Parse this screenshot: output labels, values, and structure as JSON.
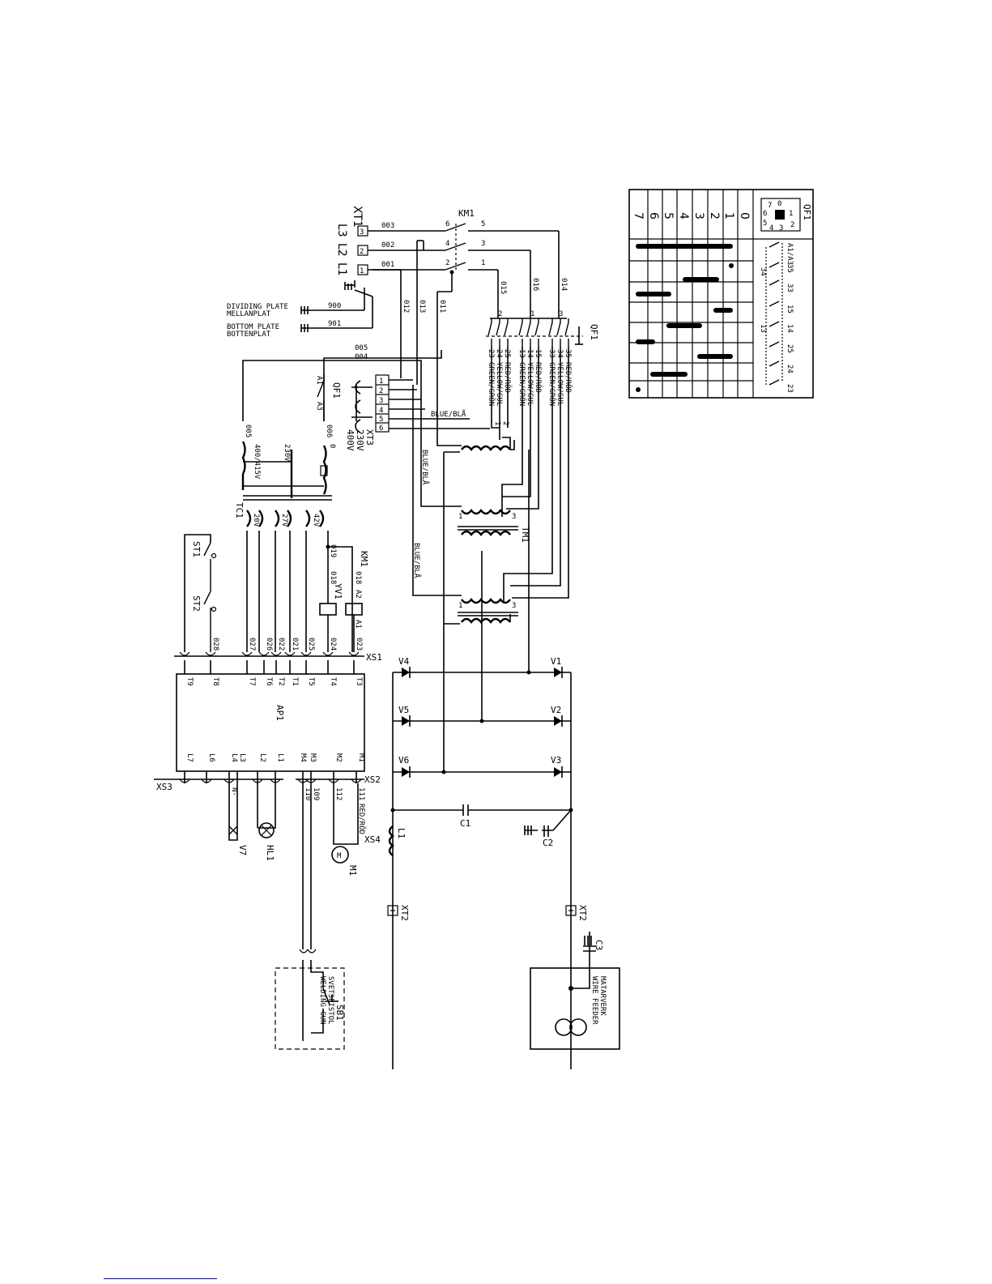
{
  "labels": {
    "xt1": "XT1",
    "l3": "L3",
    "l2": "L2",
    "l1": "L1",
    "t1": "1",
    "t2": "2",
    "t3": "3",
    "km1_top": "KM1",
    "km1_c6": "6",
    "km1_c5": "5",
    "km1_c4": "4",
    "km1_c3": "3",
    "km1_c2": "2",
    "km1_c1": "1",
    "w003": "003",
    "w002": "002",
    "w001": "001",
    "w015": "015",
    "w016": "016",
    "w014": "014",
    "w012": "012",
    "w013": "013",
    "w011": "011",
    "w900": "900",
    "w901": "901",
    "w005": "005",
    "w004": "004",
    "w005b": "005",
    "w006": "006",
    "dividing_plate": "DIVIDING PLATE",
    "mellanplat": "MELLANPLAT",
    "bottom_plate": "BOTTOM PLATE",
    "bottenplat": "BOTTENPLAT",
    "qf1_main": "QF1",
    "qf1_aux": "QF1",
    "qf1_a1": "A1",
    "qf1_a3": "A3",
    "qf1_p2": "2",
    "qf1_p1": "1",
    "qf1_p3": "3",
    "sw23": "23",
    "sw24": "24",
    "sw25": "25",
    "sw13": "13",
    "sw14": "14",
    "sw15": "15",
    "sw33": "33",
    "sw34": "34",
    "sw35": "35",
    "c_green1": "GREEN/GRÖN",
    "c_yellow1": "YELLOW/GUL",
    "c_red1": "RED/RÖD",
    "c_green2": "GREEN/GRÖN",
    "c_yellow2": "YELLOW/GUL",
    "c_red2": "RED/RÖD",
    "c_green3": "GREEN/GRÖN",
    "c_yellow3": "YELLOW/GUL",
    "c_red3": "RED/RÖD",
    "blue1": "BLUE/BLÅ",
    "blue2": "BLUE/BLÅ",
    "blue3": "BLUE/BLÅ",
    "xt3": "XT3",
    "xt3_terms": [
      "1",
      "2",
      "3",
      "4",
      "5",
      "6"
    ],
    "v230": "230V",
    "v400": "400V",
    "tap_400_415": "400/415V",
    "tap_230": "230V",
    "tap_0": "0",
    "tc1": "TC1",
    "v20": "20V",
    "v27": "27V",
    "v42": "42V",
    "st1": "ST1",
    "st2": "ST2",
    "yv1": "YV1",
    "km1_coil": "KM1",
    "w019": "019",
    "w018": "018",
    "w018b": "018",
    "a2": "A2",
    "a1": "A1",
    "xs1": "XS1",
    "w028": "028",
    "w027": "027",
    "w026": "026",
    "w022": "022",
    "w021": "021",
    "w025": "025",
    "w024": "024",
    "w023": "023",
    "ap1": "AP1",
    "pins_top": [
      "T9",
      "T8",
      "T7",
      "T6",
      "T2",
      "T1",
      "T5",
      "T4",
      "T3"
    ],
    "pins_bottom": [
      "L7",
      "L6",
      "L4",
      "L3",
      "L2",
      "L1",
      "M4",
      "M3",
      "M2",
      "M1"
    ],
    "xs3": "XS3",
    "xs2": "XS2",
    "xs4": "XS4",
    "w110": "110",
    "w109": "109",
    "w112": "112",
    "w111": "111",
    "red_rod": "RED/RÖD",
    "n_minus": "N-",
    "v7": "V7",
    "hl1": "HL1",
    "m1": "M1",
    "tm1": "TM1",
    "v4": "V4",
    "v5": "V5",
    "v6": "V6",
    "v1": "V1",
    "v2": "V2",
    "v3": "V3",
    "c1": "C1",
    "c2": "C2",
    "c3": "C3",
    "l1_ind": "L1",
    "xt2_minus": "XT2",
    "xt2_plus": "XT2",
    "welding_gun": "WELDING GUN",
    "svetspistol": "SVETSPISTOL",
    "sb1": "SB1",
    "wire_feeder": "WIRE FEEDER",
    "matarverk": "MATARVERK"
  },
  "switch_table": {
    "title": "QF1",
    "positions": [
      "7",
      "6",
      "5",
      "4",
      "3",
      "2",
      "1",
      "0"
    ],
    "contacts": [
      "A1/A3",
      "35",
      "34",
      "33",
      "15",
      "14",
      "13",
      "25",
      "24",
      "23"
    ],
    "dial_numbers": [
      "6",
      "7",
      "0",
      "5",
      "1",
      "4",
      "3",
      "2"
    ]
  }
}
